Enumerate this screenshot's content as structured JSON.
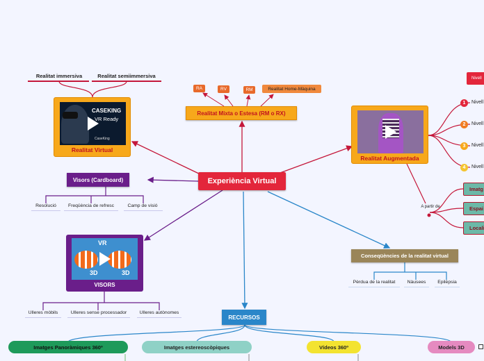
{
  "central": "Experiència Virtual",
  "realitat_virtual": {
    "title": "Realitat Virtual",
    "subtopics": [
      "Realitat immersiva",
      "Realitat semiimmersiva"
    ],
    "thumb_text": [
      "CASEKING",
      "VR Ready",
      "CaseKing"
    ]
  },
  "realitat_mixta": {
    "title": "Realitat Mixta o Estesa (RM o RX)",
    "tags": [
      "RA",
      "RV",
      "RM",
      "Realitat Home-Màquina"
    ]
  },
  "realitat_augmentada": {
    "title": "Realitat Augmentada",
    "levels": [
      "Nivell",
      "Nivell",
      "Nivell",
      "Nivell"
    ],
    "level_numbers": [
      "1",
      "2",
      "3",
      "4"
    ],
    "top_tag": "Nivell",
    "a_partir": "A partir de",
    "sources": [
      "Imatg",
      "Espai",
      "Locali"
    ]
  },
  "visors_cardboard": {
    "title": "Visors (Cardboard)",
    "items": [
      "Resolució",
      "Freqüència de refresc",
      "Camp de visió"
    ]
  },
  "visors": {
    "title": "VISORS",
    "items": [
      "Ulleres mòbils",
      "Ulleres sense processador",
      "Ulleres autònomes"
    ],
    "badges": [
      "VR",
      "3D",
      "3D"
    ]
  },
  "consequencies": {
    "title": "Conseqüències de la realitat virtual",
    "items": [
      "Pèrdua de la realitat",
      "Nàusees",
      "Epilèpsia"
    ]
  },
  "recursos": {
    "title": "RECURSOS",
    "items": [
      "Imatges Panoràmiques 360º",
      "Imatges estereoscòpiques",
      "Vídeos 360º",
      "Models 3D"
    ]
  },
  "colors": {
    "central": "#e3263b",
    "orange": "#f7a81b",
    "purple": "#6a1e8a",
    "blue": "#2a86c9",
    "khaki": "#9a8559",
    "line_red": "#c4173a"
  }
}
